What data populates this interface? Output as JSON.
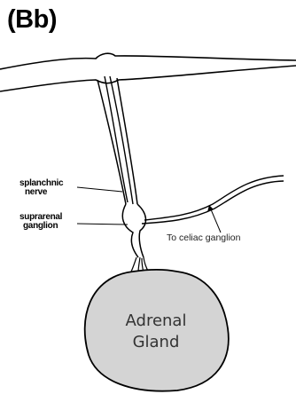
{
  "panel_label": "(Bb)",
  "labels": {
    "splanchnic_line1": "splanchnic",
    "splanchnic_line2": "nerve",
    "suprarenal_line1": "suprarenal",
    "suprarenal_line2": "ganglion",
    "celiac": "To celiac ganglion",
    "gland_line1": "Adrenal",
    "gland_line2": "Gland"
  },
  "colors": {
    "line": "#000000",
    "gland_fill": "#d4d4d4"
  }
}
